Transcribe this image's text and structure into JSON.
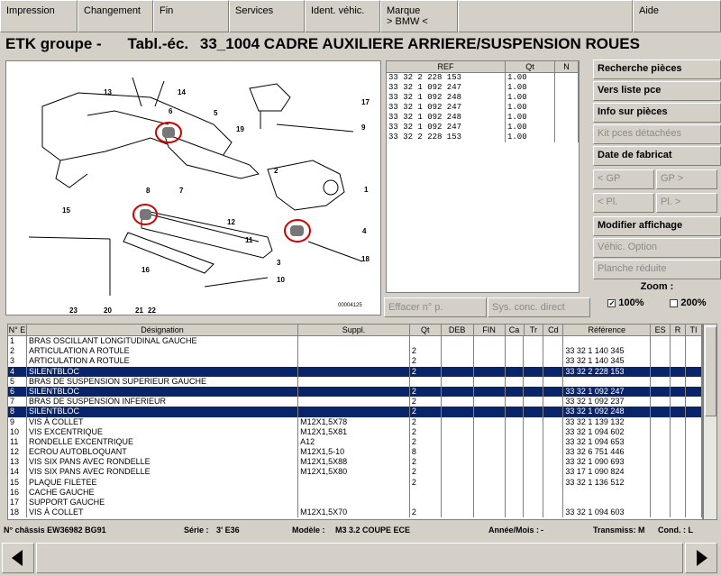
{
  "menu": {
    "items": [
      "Impression",
      "Changement",
      "Fin",
      "Services",
      "Ident. véhic.",
      "Marque\n> BMW <",
      "",
      "Aide"
    ]
  },
  "title": {
    "group": "ETK groupe -",
    "table": "Tabl.-éc.",
    "code": "33_1004 CADRE AUXILIERE ARRIERE/SUSPENSION ROUES"
  },
  "diagram": {
    "callouts": [
      "1",
      "2",
      "3",
      "4",
      "5",
      "6",
      "7",
      "8",
      "9",
      "10",
      "11",
      "12",
      "13",
      "14",
      "15",
      "16",
      "17",
      "18",
      "19",
      "20",
      "21",
      "22",
      "23"
    ],
    "drawing_number": "00004125"
  },
  "ref_table": {
    "headers": [
      "REF",
      "Qt",
      "N"
    ],
    "rows": [
      [
        "33 32 2 228 153",
        "1.00",
        ""
      ],
      [
        "33 32 1 092 247",
        "1.00",
        ""
      ],
      [
        "33 32 1 092 248",
        "1.00",
        ""
      ],
      [
        "33 32 1 092 247",
        "1.00",
        ""
      ],
      [
        "33 32 1 092 248",
        "1.00",
        ""
      ],
      [
        "33 32 1 092 247",
        "1.00",
        ""
      ],
      [
        "33 32 2 228 153",
        "1.00",
        ""
      ]
    ]
  },
  "side_buttons": {
    "recherche": "Recherche pièces",
    "vers_liste": "Vers liste pce",
    "info": "Info sur pièces",
    "kit": "Kit pces détachées",
    "date": "Date de fabricat",
    "gp_prev": "< GP",
    "gp_next": "GP >",
    "pl_prev": "< Pl.",
    "pl_next": "Pl. >",
    "modifier": "Modifier affichage",
    "vehic_option": "Véhic. Option",
    "planche": "Planche réduite"
  },
  "mid_buttons": {
    "effacer": "Effacer n° p.",
    "sys": "Sys. conc. direct"
  },
  "zoom": {
    "label": "Zoom :",
    "opt1": "100%",
    "opt2": "200%"
  },
  "main_table": {
    "headers": [
      "N° E",
      "Désignation",
      "Suppl.",
      "Qt",
      "DEB",
      "FIN",
      "Ca",
      "Tr",
      "Cd",
      "Référence",
      "ES",
      "R",
      "TI"
    ],
    "rows": [
      {
        "n": "1",
        "des": "BRAS OSCILLANT LONGITUDINAL GAUCHE",
        "sup": "",
        "qt": "",
        "ref": "",
        "sel": false
      },
      {
        "n": "2",
        "des": "ARTICULATION A ROTULE",
        "sup": "",
        "qt": "2",
        "ref": "33 32 1 140 345",
        "sel": false
      },
      {
        "n": "3",
        "des": "ARTICULATION A ROTULE",
        "sup": "",
        "qt": "2",
        "ref": "33 32 1 140 345",
        "sel": false
      },
      {
        "n": "4",
        "des": "SILENTBLOC",
        "sup": "",
        "qt": "2",
        "ref": "33 32 2 228 153",
        "sel": true
      },
      {
        "n": "5",
        "des": "BRAS DE SUSPENSION SUPERIEUR GAUCHE",
        "sup": "",
        "qt": "",
        "ref": "",
        "sel": false
      },
      {
        "n": "6",
        "des": "SILENTBLOC",
        "sup": "",
        "qt": "2",
        "ref": "33 32 1 092 247",
        "sel": true
      },
      {
        "n": "7",
        "des": "BRAS DE SUSPENSION INFERIEUR",
        "sup": "",
        "qt": "2",
        "ref": "33 32 1 092 237",
        "sel": false
      },
      {
        "n": "8",
        "des": "SILENTBLOC",
        "sup": "",
        "qt": "2",
        "ref": "33 32 1 092 248",
        "sel": true
      },
      {
        "n": "9",
        "des": "VIS À COLLET",
        "sup": "M12X1,5X78",
        "qt": "2",
        "ref": "33 32 1 139 132",
        "sel": false
      },
      {
        "n": "10",
        "des": "VIS EXCENTRIQUE",
        "sup": "M12X1,5X81",
        "qt": "2",
        "ref": "33 32 1 094 602",
        "sel": false
      },
      {
        "n": "11",
        "des": "RONDELLE EXCENTRIQUE",
        "sup": "A12",
        "qt": "2",
        "ref": "33 32 1 094 653",
        "sel": false
      },
      {
        "n": "12",
        "des": "ECROU AUTOBLOQUANT",
        "sup": "M12X1,5-10",
        "qt": "8",
        "ref": "33 32 6 751 446",
        "sel": false
      },
      {
        "n": "13",
        "des": "VIS SIX PANS AVEC RONDELLE",
        "sup": "M12X1,5X88",
        "qt": "2",
        "ref": "33 32 1 090 693",
        "sel": false
      },
      {
        "n": "14",
        "des": "VIS SIX PANS AVEC RONDELLE",
        "sup": "M12X1,5X80",
        "qt": "2",
        "ref": "33 17 1 090 824",
        "sel": false
      },
      {
        "n": "15",
        "des": "PLAQUE FILETEE",
        "sup": "",
        "qt": "2",
        "ref": "33 32 1 136 512",
        "sel": false
      },
      {
        "n": "16",
        "des": "CACHE GAUCHE",
        "sup": "",
        "qt": "",
        "ref": "",
        "sel": false
      },
      {
        "n": "17",
        "des": "SUPPORT GAUCHE",
        "sup": "",
        "qt": "",
        "ref": "",
        "sel": false
      },
      {
        "n": "18",
        "des": "VIS À COLLET",
        "sup": "M12X1,5X70",
        "qt": "2",
        "ref": "33 32 1 094 603",
        "sel": false
      }
    ]
  },
  "status": {
    "chassis": "N° châssis EW36982 BG91",
    "serie_label": "Série :",
    "serie": "3' E36",
    "modele_label": "Modèle :",
    "modele": "M3 3.2 COUPE ECE",
    "annee_label": "Année/Mois :",
    "annee": "-",
    "transmis_label": "Transmiss: M",
    "cond_label": "Cond. : L"
  }
}
